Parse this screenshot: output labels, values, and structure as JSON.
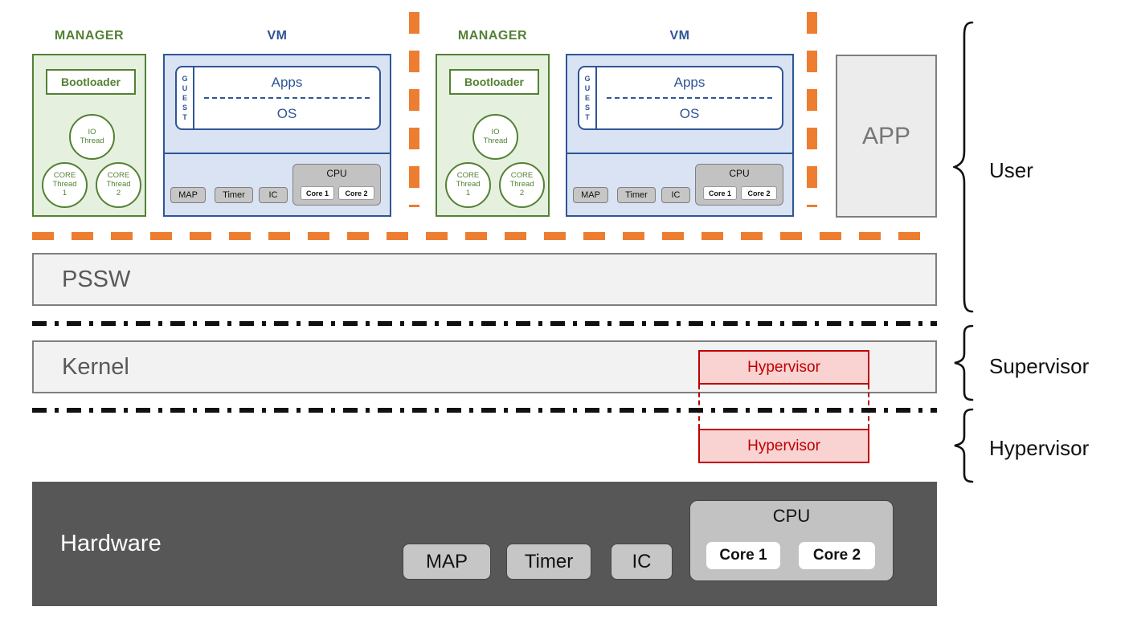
{
  "groups": [
    {
      "manager": {
        "title": "MANAGER",
        "bootloader": "Bootloader",
        "io_thread": {
          "line1": "IO",
          "line2": "Thread"
        },
        "core_thread_1": {
          "line1": "CORE",
          "line2": "Thread",
          "line3": "1"
        },
        "core_thread_2": {
          "line1": "CORE",
          "line2": "Thread",
          "line3": "2"
        }
      },
      "vm": {
        "title": "VM",
        "guest_letters": [
          "G",
          "U",
          "E",
          "S",
          "T"
        ],
        "apps": "Apps",
        "os": "OS",
        "devices": [
          "MAP",
          "Timer",
          "IC"
        ],
        "cpu": {
          "label": "CPU",
          "cores": [
            "Core 1",
            "Core 2"
          ]
        }
      }
    },
    {
      "manager": {
        "title": "MANAGER",
        "bootloader": "Bootloader",
        "io_thread": {
          "line1": "IO",
          "line2": "Thread"
        },
        "core_thread_1": {
          "line1": "CORE",
          "line2": "Thread",
          "line3": "1"
        },
        "core_thread_2": {
          "line1": "CORE",
          "line2": "Thread",
          "line3": "2"
        }
      },
      "vm": {
        "title": "VM",
        "guest_letters": [
          "G",
          "U",
          "E",
          "S",
          "T"
        ],
        "apps": "Apps",
        "os": "OS",
        "devices": [
          "MAP",
          "Timer",
          "IC"
        ],
        "cpu": {
          "label": "CPU",
          "cores": [
            "Core 1",
            "Core 2"
          ]
        }
      }
    }
  ],
  "app": {
    "label": "APP"
  },
  "privilege_levels": {
    "user": "User",
    "supervisor": "Supervisor",
    "hypervisor": "Hypervisor"
  },
  "layers": {
    "pssw": {
      "label": "PSSW"
    },
    "kernel": {
      "label": "Kernel",
      "hypervisor_overlay": "Hypervisor"
    },
    "hypervisor": {
      "label": "Hypervisor"
    },
    "hardware": {
      "label": "Hardware",
      "devices": [
        "MAP",
        "Timer",
        "IC"
      ],
      "cpu": {
        "label": "CPU",
        "cores": [
          "Core 1",
          "Core 2"
        ]
      }
    }
  },
  "colors": {
    "green": "#538135",
    "green_fill": "#e6f0de",
    "blue": "#2f5597",
    "blue_fill": "#dae3f3",
    "orange": "#ed7d31",
    "red": "#c00000",
    "red_fill": "#f9d2d2",
    "layer_fill": "#f2f2f2",
    "layer_border": "#7f7f7f",
    "hardware_bg": "#575757",
    "device_fill": "#c6c6c6",
    "label_gray": "#595959"
  }
}
